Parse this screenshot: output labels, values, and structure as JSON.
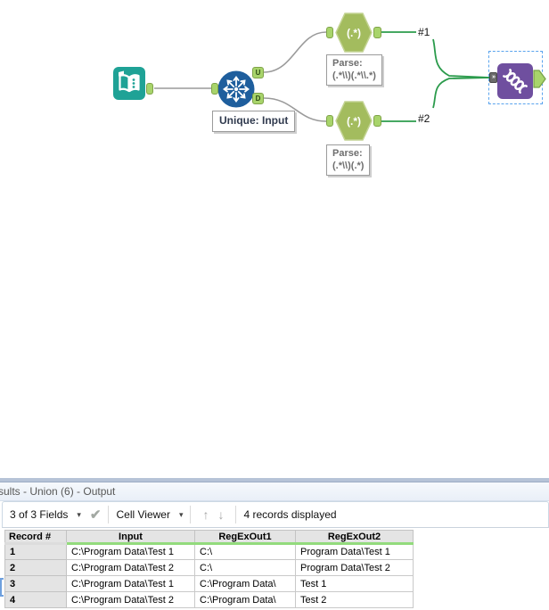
{
  "colors": {
    "input_tool": "#1FA296",
    "unique_tool": "#1E5E9D",
    "regex_tool": "#A3BC5E",
    "union_tool": "#6F4F9F",
    "anchor_green": "#A8D46B",
    "wire_gray": "#9A9A9A",
    "wire_green": "#2B9B4C",
    "selection_blue": "#5AA4EE",
    "header_green_strip": "#93DB7D"
  },
  "canvas": {
    "unique_tool": {
      "annotation": "Unique: Input",
      "anchor_u": "U",
      "anchor_d": "D"
    },
    "regex_top": {
      "icon_label": "(.*)",
      "annotation_line1": "Parse:",
      "annotation_line2": "(.*\\\\)(.*\\\\.*)"
    },
    "regex_bottom": {
      "icon_label": "(.*)",
      "annotation_line1": "Parse:",
      "annotation_line2": "(.*\\\\)(.*)"
    },
    "connection_label_1": "#1",
    "connection_label_2": "#2",
    "union_input_chevrons": "»"
  },
  "results_panel": {
    "title": "sults - Union (6) - Output",
    "toolbar": {
      "fields_dropdown": "3 of 3 Fields",
      "caret": "▾",
      "apply_check": "✔",
      "cell_viewer_dropdown": "Cell Viewer",
      "up_arrow": "↑",
      "down_arrow": "↓",
      "records_label": "4 records displayed"
    },
    "table": {
      "columns": [
        "Record #",
        "Input",
        "RegExOut1",
        "RegExOut2"
      ],
      "rows": [
        [
          "1",
          "C:\\Program Data\\Test 1",
          "C:\\",
          "Program Data\\Test 1"
        ],
        [
          "2",
          "C:\\Program Data\\Test 2",
          "C:\\",
          "Program Data\\Test 2"
        ],
        [
          "3",
          "C:\\Program Data\\Test 1",
          "C:\\Program Data\\",
          "Test 1"
        ],
        [
          "4",
          "C:\\Program Data\\Test 2",
          "C:\\Program Data\\",
          "Test 2"
        ]
      ]
    }
  }
}
